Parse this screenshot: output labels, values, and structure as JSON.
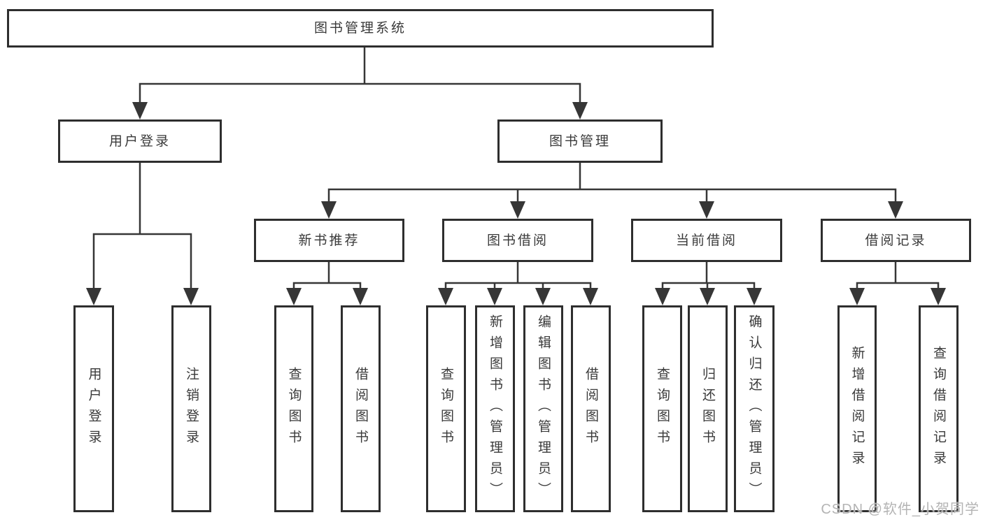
{
  "diagram": {
    "title": "图书管理系统",
    "nodes": {
      "root": {
        "label": "图书管理系统"
      },
      "level2": [
        {
          "label": "用户登录",
          "parent": "图书管理系统"
        },
        {
          "label": "图书管理",
          "parent": "图书管理系统"
        }
      ],
      "level3": [
        {
          "label": "新书推荐",
          "parent": "图书管理"
        },
        {
          "label": "图书借阅",
          "parent": "图书管理"
        },
        {
          "label": "当前借阅",
          "parent": "图书管理"
        },
        {
          "label": "借阅记录",
          "parent": "图书管理"
        }
      ],
      "leaves": [
        {
          "label": "用户登录",
          "parent": "用户登录"
        },
        {
          "label": "注销登录",
          "parent": "用户登录"
        },
        {
          "label": "查询图书",
          "parent": "新书推荐"
        },
        {
          "label": "借阅图书",
          "parent": "新书推荐"
        },
        {
          "label": "查询图书",
          "parent": "图书借阅"
        },
        {
          "label": "新增图书（管理员）",
          "parent": "图书借阅"
        },
        {
          "label": "编辑图书（管理员）",
          "parent": "图书借阅"
        },
        {
          "label": "借阅图书",
          "parent": "图书借阅"
        },
        {
          "label": "查询图书",
          "parent": "当前借阅"
        },
        {
          "label": "归还图书",
          "parent": "当前借阅"
        },
        {
          "label": "确认归还（管理员）",
          "parent": "当前借阅"
        },
        {
          "label": "新增借阅记录",
          "parent": "借阅记录"
        },
        {
          "label": "查询借阅记录",
          "parent": "借阅记录"
        }
      ]
    }
  },
  "watermark": {
    "text": "CSDN @软件_小贺同学"
  },
  "colors": {
    "background": "#ffffff",
    "box_border": "#2e2e2e",
    "line": "#363636",
    "text": "#3a3a3a",
    "watermark": "#b4b4b4"
  }
}
